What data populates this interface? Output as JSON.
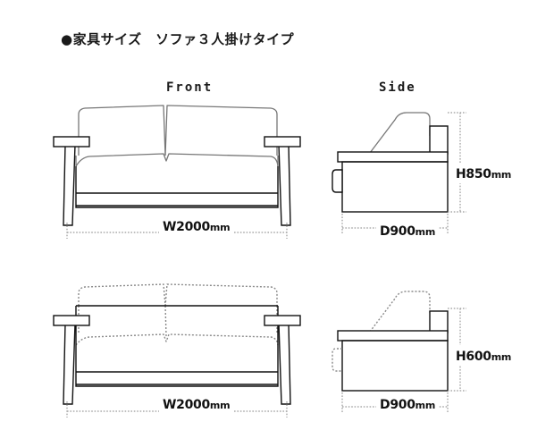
{
  "page": {
    "title": "●家具サイズ　ソファ３人掛けタイプ",
    "background_color": "#ffffff",
    "line_color": "#111111",
    "cushion_color": "#777777",
    "dimension_color": "#9a9a9a"
  },
  "view_labels": {
    "front": "Front",
    "side": "Side"
  },
  "diagrams": {
    "top_front": {
      "name": "sofa-front-with-cushions",
      "width_label_num": "W2000",
      "width_label_unit": "mm"
    },
    "top_side": {
      "name": "sofa-side-with-cushions",
      "depth_label_num": "D900",
      "depth_label_unit": "mm",
      "height_label_num": "H850",
      "height_label_unit": "mm"
    },
    "bottom_front": {
      "name": "sofa-front-frame-only",
      "width_label_num": "W2000",
      "width_label_unit": "mm"
    },
    "bottom_side": {
      "name": "sofa-side-frame-only",
      "depth_label_num": "D900",
      "depth_label_unit": "mm",
      "height_label_num": "H600",
      "height_label_unit": "mm"
    }
  },
  "chart_data": {
    "type": "table",
    "title": "家具サイズ ソファ３人掛けタイプ",
    "categories": [
      "Front (with cushions)",
      "Side (with cushions)",
      "Front (frame only)",
      "Side (frame only)"
    ],
    "measurements": [
      {
        "view": "Front",
        "state": "with cushions",
        "dimension": "W",
        "value": 2000,
        "unit": "mm",
        "label": "W2000mm"
      },
      {
        "view": "Side",
        "state": "with cushions",
        "dimension": "D",
        "value": 900,
        "unit": "mm",
        "label": "D900mm"
      },
      {
        "view": "Side",
        "state": "with cushions",
        "dimension": "H",
        "value": 850,
        "unit": "mm",
        "label": "H850mm"
      },
      {
        "view": "Front",
        "state": "frame only",
        "dimension": "W",
        "value": 2000,
        "unit": "mm",
        "label": "W2000mm"
      },
      {
        "view": "Side",
        "state": "frame only",
        "dimension": "D",
        "value": 900,
        "unit": "mm",
        "label": "D900mm"
      },
      {
        "view": "Side",
        "state": "frame only",
        "dimension": "H",
        "value": 600,
        "unit": "mm",
        "label": "H600mm"
      }
    ],
    "xlabel": "",
    "ylabel": ""
  }
}
